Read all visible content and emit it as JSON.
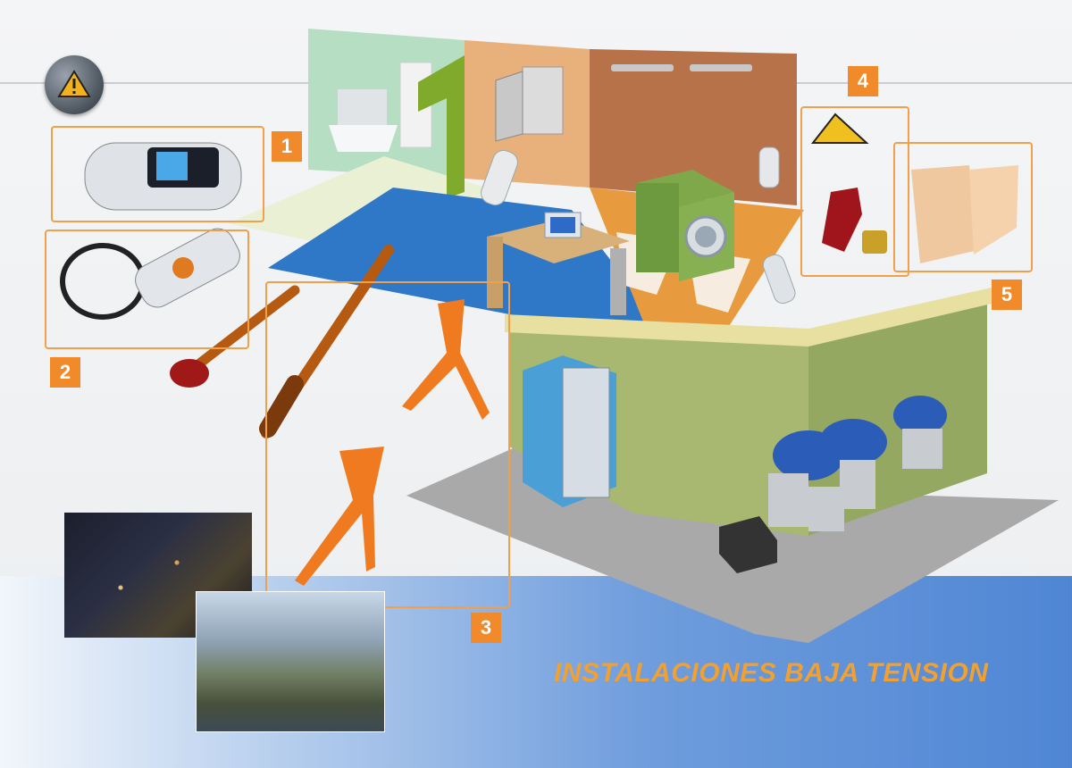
{
  "title": "INSTALACIONES BAJA TENSION",
  "warning_badge": {
    "icon": "warning-triangle-icon"
  },
  "callouts": [
    {
      "label": "1"
    },
    {
      "label": "2"
    },
    {
      "label": "3"
    },
    {
      "label": "4"
    },
    {
      "label": "5"
    }
  ],
  "colors": {
    "accent_orange": "#f08a2a",
    "title_orange": "#f2a030",
    "band_blue": "#4f86d4"
  }
}
